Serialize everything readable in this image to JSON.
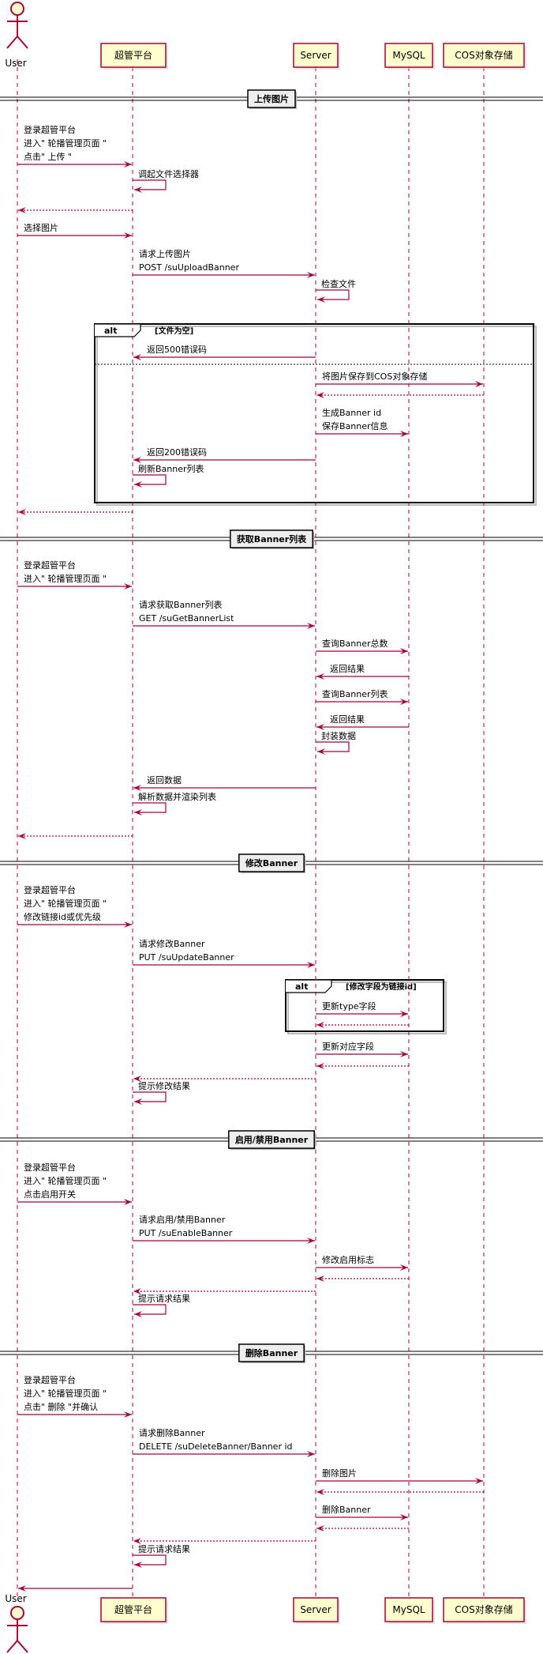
{
  "colors": {
    "line": "#A80036",
    "box_fill": "#FEFECE",
    "actor_fill": "#FEFECE",
    "section_fill": "#EEEEEE",
    "text": "#000000"
  },
  "participants": {
    "user": "User",
    "admin": "超管平台",
    "server": "Server",
    "mysql": "MySQL",
    "cos": "COS对象存储"
  },
  "sections": {
    "s1": "上传图片",
    "s2": "获取Banner列表",
    "s3": "修改Banner",
    "s4": "启用/禁用Banner",
    "s5": "删除Banner"
  },
  "alts": {
    "a1": {
      "keyword": "alt",
      "guard": "[文件为空]"
    },
    "a2": {
      "keyword": "alt",
      "guard": "[修改字段为链接id]"
    }
  },
  "messages": {
    "m1": {
      "lines": [
        "登录超管平台",
        "进入\" 轮播管理页面 \"",
        "点击\" 上传 \""
      ]
    },
    "m2": {
      "lines": [
        "调起文件选择器"
      ]
    },
    "m3": {
      "lines": []
    },
    "m4": {
      "lines": [
        "选择图片"
      ]
    },
    "m5": {
      "lines": [
        "请求上传图片",
        "POST /suUploadBanner"
      ]
    },
    "m6": {
      "lines": [
        "检查文件"
      ]
    },
    "m7": {
      "lines": [
        "返回500错误码"
      ]
    },
    "m8": {
      "lines": [
        "将图片保存到COS对象存储"
      ]
    },
    "m9": {
      "lines": []
    },
    "m10": {
      "lines": [
        "生成Banner id",
        "保存Banner信息"
      ]
    },
    "m11": {
      "lines": [
        "返回200错误码"
      ]
    },
    "m12": {
      "lines": [
        "刷新Banner列表"
      ]
    },
    "m13": {
      "lines": []
    },
    "m14": {
      "lines": [
        "登录超管平台",
        "进入\" 轮播管理页面 \""
      ]
    },
    "m15": {
      "lines": [
        "请求获取Banner列表",
        "GET /suGetBannerList"
      ]
    },
    "m16": {
      "lines": [
        "查询Banner总数"
      ]
    },
    "m17": {
      "lines": [
        "返回结果"
      ]
    },
    "m18": {
      "lines": [
        "查询Banner列表"
      ]
    },
    "m19": {
      "lines": [
        "返回结果"
      ]
    },
    "m20": {
      "lines": [
        "封装数据"
      ]
    },
    "m21": {
      "lines": [
        "返回数据"
      ]
    },
    "m22": {
      "lines": [
        "解析数据并渲染列表"
      ]
    },
    "m23": {
      "lines": []
    },
    "m24": {
      "lines": [
        "登录超管平台",
        "进入\" 轮播管理页面 \"",
        "修改链接id或优先级"
      ]
    },
    "m25": {
      "lines": [
        "请求修改Banner",
        "PUT /suUpdateBanner"
      ]
    },
    "m26": {
      "lines": [
        "更新type字段"
      ]
    },
    "m27": {
      "lines": []
    },
    "m28": {
      "lines": [
        "更新对应字段"
      ]
    },
    "m29": {
      "lines": []
    },
    "m30": {
      "lines": []
    },
    "m31": {
      "lines": [
        "提示修改结果"
      ]
    },
    "m32": {
      "lines": [
        "登录超管平台",
        "进入\" 轮播管理页面 \"",
        "点击启用开关"
      ]
    },
    "m33": {
      "lines": [
        "请求启用/禁用Banner",
        "PUT /suEnableBanner"
      ]
    },
    "m34": {
      "lines": [
        "修改启用标志"
      ]
    },
    "m35": {
      "lines": []
    },
    "m36": {
      "lines": []
    },
    "m37": {
      "lines": [
        "提示请求结果"
      ]
    },
    "m38": {
      "lines": [
        "登录超管平台",
        "进入\" 轮播管理页面 \"",
        "点击\" 删除 \"并确认"
      ]
    },
    "m39": {
      "lines": [
        "请求删除Banner",
        "DELETE /suDeleteBanner/Banner id"
      ]
    },
    "m40": {
      "lines": [
        "删除图片"
      ]
    },
    "m41": {
      "lines": []
    },
    "m42": {
      "lines": [
        "删除Banner"
      ]
    },
    "m43": {
      "lines": []
    },
    "m44": {
      "lines": []
    },
    "m45": {
      "lines": [
        "提示请求结果"
      ]
    },
    "m46": {
      "lines": []
    }
  }
}
